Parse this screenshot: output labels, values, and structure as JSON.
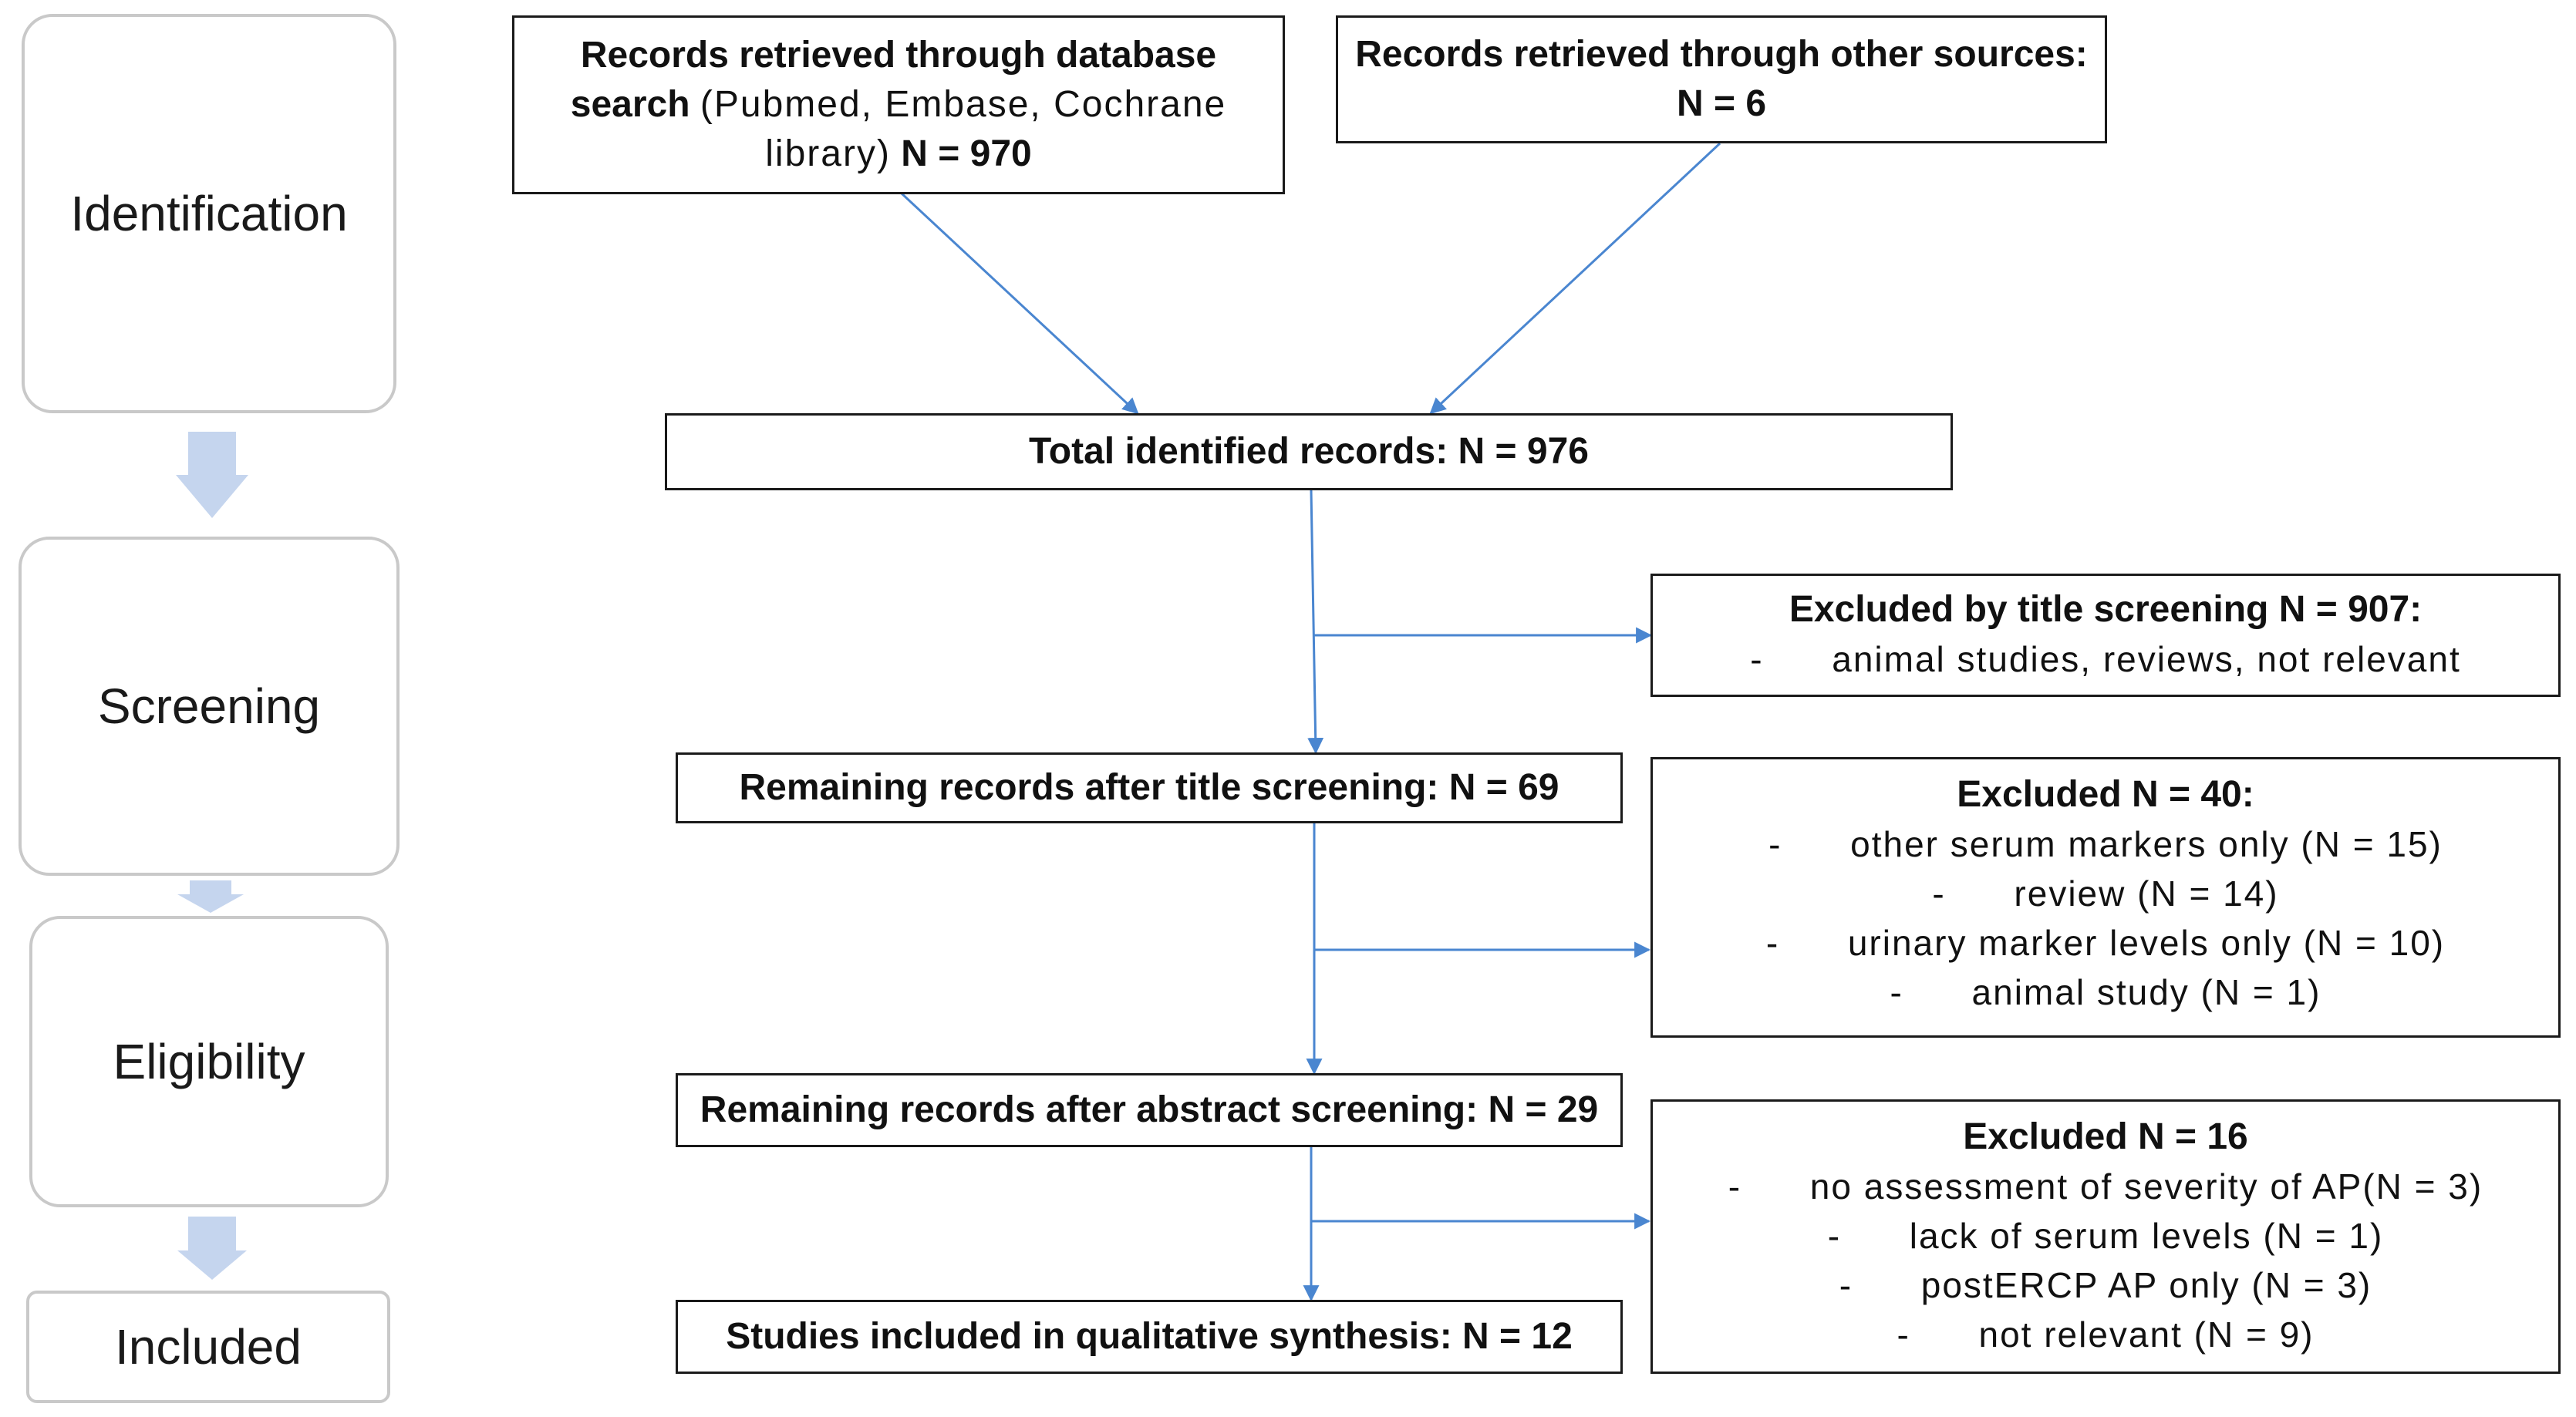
{
  "stages": [
    {
      "label": "Identification"
    },
    {
      "label": "Screening"
    },
    {
      "label": "Eligibility"
    },
    {
      "label": "Included"
    }
  ],
  "boxes": {
    "database": {
      "line1_bold": "Records retrieved through database",
      "line2_bold": "search",
      "line2_rest": "(Pubmed, Embase, Cochrane",
      "line3_rest": "library)",
      "line3_bold": "N = 970"
    },
    "other_sources": {
      "line1": "Records retrieved through other sources:",
      "line2": "N = 6"
    },
    "total": {
      "text": "Total identified records: N = 976"
    },
    "after_title": {
      "text": "Remaining records after title screening: N = 69"
    },
    "after_abstract": {
      "text": "Remaining records after abstract screening: N = 29"
    },
    "included": {
      "text": "Studies included in qualitative synthesis: N = 12"
    }
  },
  "exclusions": {
    "title_screening": {
      "title": "Excluded by title screening N = 907:",
      "items": [
        "-      animal studies, reviews, not relevant"
      ]
    },
    "first": {
      "title": "Excluded N = 40:",
      "items": [
        "-      other serum markers only (N = 15)",
        "-      review (N = 14)",
        "-      urinary marker levels only (N = 10)",
        "-      animal study (N = 1)"
      ]
    },
    "second": {
      "title": "Excluded N = 16",
      "items": [
        "-      no assessment of severity of AP(N = 3)",
        "-      lack of serum levels (N = 1)",
        "-      postERCP AP only (N = 3)",
        "-      not relevant (N = 9)"
      ]
    }
  },
  "colors": {
    "arrow": "#4a86d0",
    "stage_arrow": "#c5d5ee",
    "stage_border": "#c9c9c9"
  }
}
